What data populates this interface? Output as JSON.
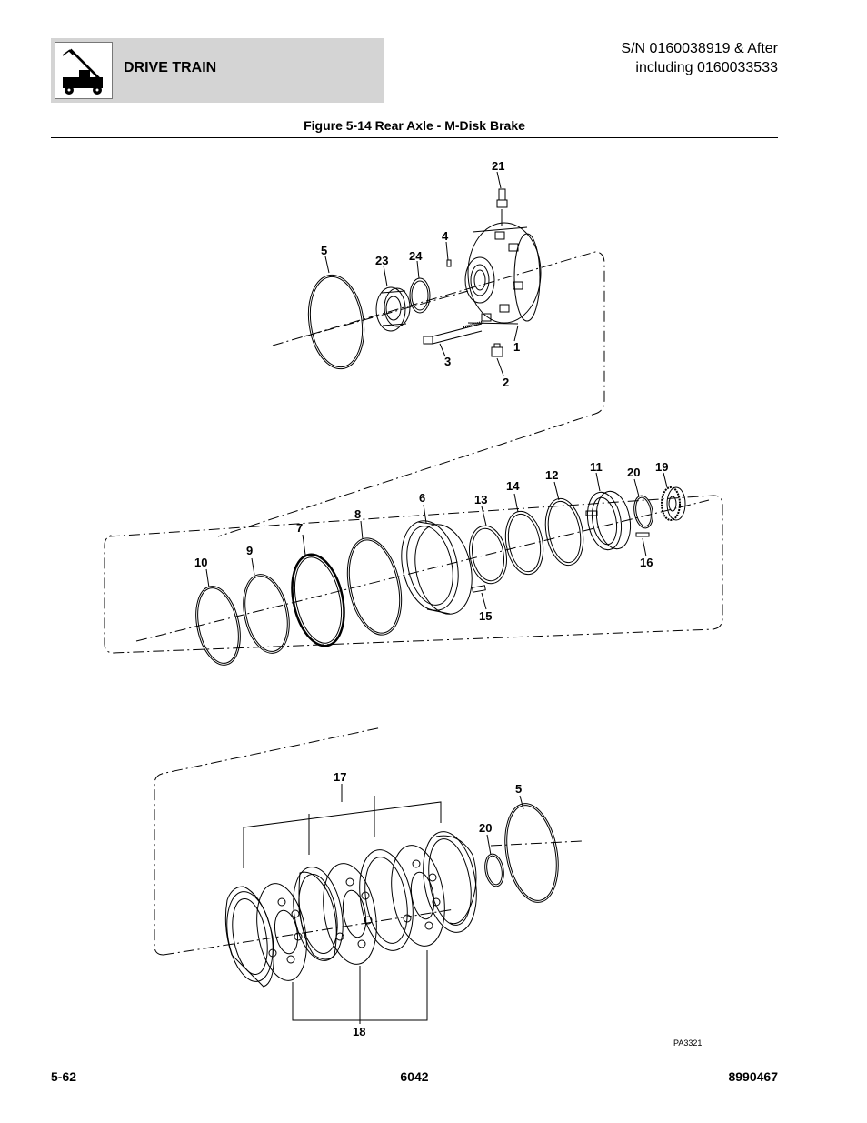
{
  "header": {
    "section_title": "DRIVE TRAIN",
    "serial_line1": "S/N 0160038919 & After",
    "serial_line2": "including 0160033533",
    "icon": "telehandler-icon"
  },
  "figure": {
    "title": "Figure 5-14 Rear Axle - M-Disk Brake",
    "drawing_code": "PA3321",
    "callouts": {
      "c1": "1",
      "c2": "2",
      "c3": "3",
      "c4": "4",
      "c5a": "5",
      "c6": "6",
      "c7": "7",
      "c8": "8",
      "c9": "9",
      "c10": "10",
      "c11": "11",
      "c12": "12",
      "c13": "13",
      "c14": "14",
      "c15": "15",
      "c16": "16",
      "c17": "17",
      "c18": "18",
      "c19": "19",
      "c20a": "20",
      "c21": "21",
      "c23": "23",
      "c24": "24",
      "c20b": "20",
      "c5b": "5"
    }
  },
  "footer": {
    "page_number": "5-62",
    "model": "6042",
    "manual_number": "8990467"
  }
}
